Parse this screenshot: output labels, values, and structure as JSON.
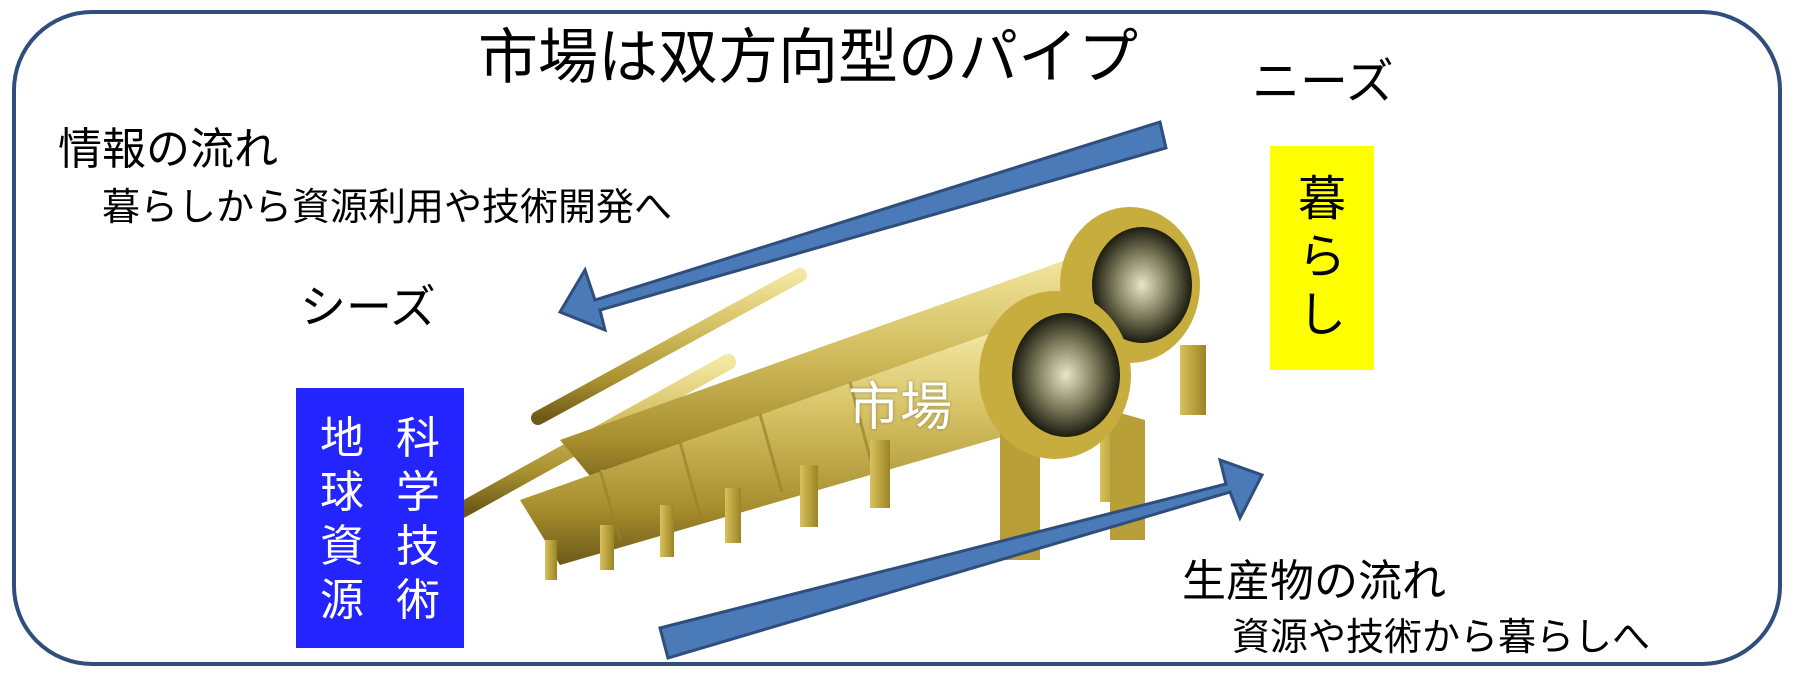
{
  "title": "市場は双方向型のパイプ",
  "needs": {
    "label": "ニーズ",
    "box_text": [
      "暮",
      "ら",
      "し"
    ],
    "box_color": "#ffff00"
  },
  "seeds": {
    "label": "シーズ",
    "box_columns": [
      [
        "科",
        "学",
        "技",
        "術"
      ],
      [
        "地",
        "球",
        "資",
        "源"
      ]
    ],
    "box_color": "#2424ff"
  },
  "info_flow": {
    "label": "情報の流れ",
    "description": "暮らしから資源利用や技術開発へ"
  },
  "product_flow": {
    "label": "生産物の流れ",
    "description": "資源や技術から暮らしへ"
  },
  "pipe_label": "市場",
  "colors": {
    "frame_border": "#2f4e7c",
    "arrow_fill": "#4a7ab8",
    "pipe_gold": "#c9b24a"
  }
}
